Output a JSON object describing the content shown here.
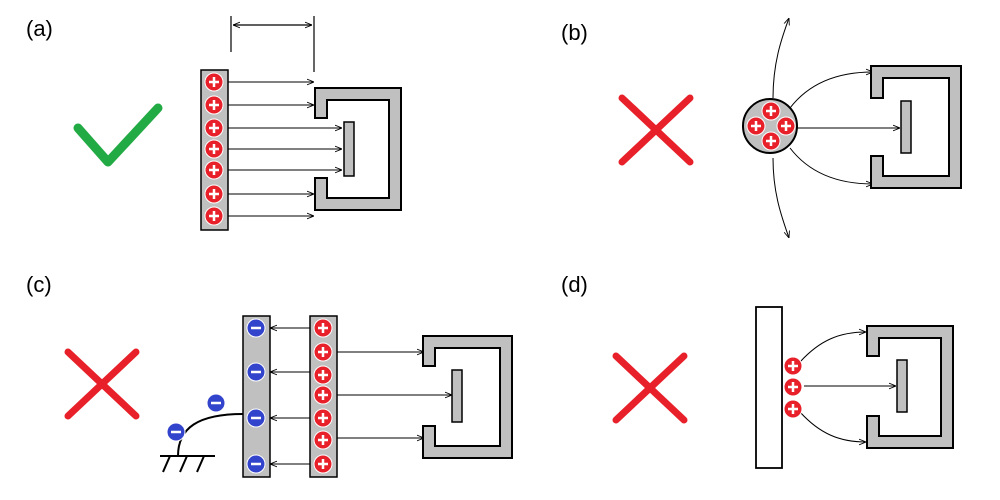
{
  "panels": [
    {
      "id": "a",
      "label": "(a)",
      "verdict": "correct"
    },
    {
      "id": "b",
      "label": "(b)",
      "verdict": "incorrect"
    },
    {
      "id": "c",
      "label": "(c)",
      "verdict": "incorrect"
    },
    {
      "id": "d",
      "label": "(d)",
      "verdict": "incorrect"
    }
  ],
  "symbols": {
    "positive": "+",
    "negative": "−"
  },
  "icons": {
    "correct": "check-mark-icon",
    "incorrect": "cross-mark-icon",
    "ground": "ground-icon"
  },
  "colors": {
    "check": "#22aa44",
    "cross": "#e8202a",
    "positive_charge": "#e8202a",
    "negative_charge": "#3344cc",
    "plate_fill": "#c0c0c0",
    "line": "#000000"
  }
}
